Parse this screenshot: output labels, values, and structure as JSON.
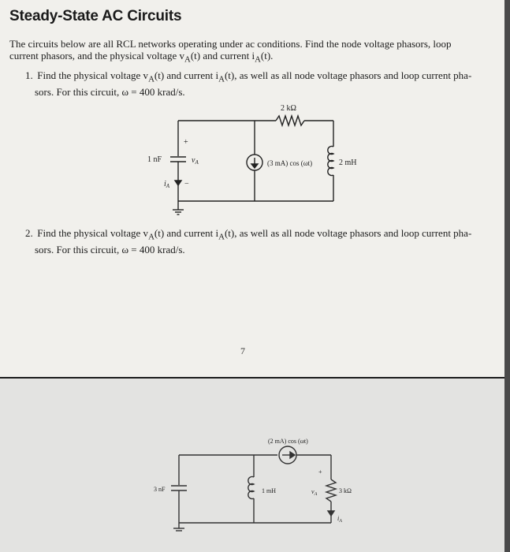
{
  "title": "Steady-State AC Circuits",
  "intro": {
    "line1": "The circuits below are all RCL networks operating under ac conditions. Find the node voltage phasors, loop",
    "line2": "current phasors, and the physical voltage v",
    "line2_sub": "A",
    "line2_mid": "(t) and current i",
    "line2_sub2": "A",
    "line2_end": "(t)."
  },
  "problem1": {
    "number": "1.",
    "line1": "Find the physical voltage v",
    "sub1": "A",
    "mid1": "(t) and current i",
    "sub2": "A",
    "end1": "(t), as well as all node voltage phasors and loop current pha-",
    "line2": "sors. For this circuit, ω = 400 krad/s."
  },
  "circuit1": {
    "resistor": "2 kΩ",
    "capacitor": "1 nF",
    "voltage": "v",
    "voltage_sub": "A",
    "current": "i",
    "current_sub": "A",
    "plus": "+",
    "minus": "−",
    "source": "(3 mA) cos (ωt)",
    "inductor": "2 mH"
  },
  "problem2": {
    "number": "2.",
    "line1": "Find the physical voltage v",
    "sub1": "A",
    "mid1": "(t) and current i",
    "sub2": "A",
    "end1": "(t), as well as all node voltage phasors and loop current pha-",
    "line2": "sors. For this circuit, ω = 400 krad/s."
  },
  "page_number": "7",
  "circuit2": {
    "source": "(2 mA) cos (ωt)",
    "capacitor": "3 nF",
    "inductor": "1 mH",
    "voltage": "v",
    "voltage_sub": "A",
    "plus": "+",
    "resistor": "3 kΩ",
    "current": "i",
    "current_sub": "A"
  }
}
